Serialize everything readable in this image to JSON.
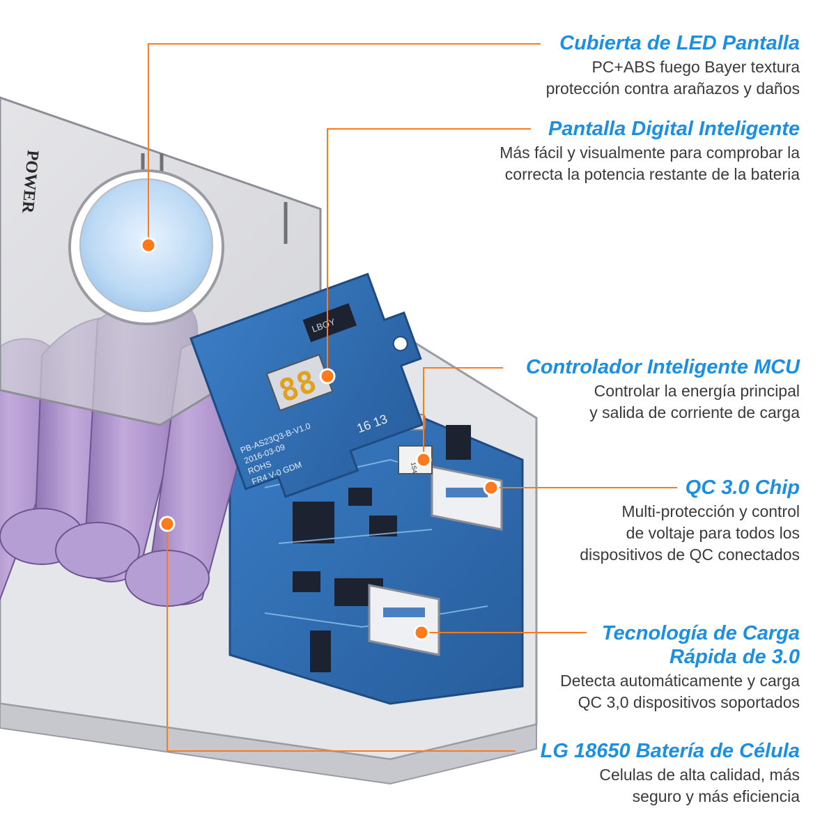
{
  "colors": {
    "accent_orange": "#ff7a1a",
    "title_blue": "#1a8fe3",
    "text_gray": "#3a3a3a",
    "battery_purple": "#a98ec9",
    "board_blue": "#2f6bb0"
  },
  "product": {
    "case_text": "POWER",
    "led_digits": "88",
    "board_labels": {
      "chip": "LBOY",
      "model": "PB-AS23Q3-B-V1.0",
      "date": "2016-03-09",
      "rohs": "ROHS",
      "fr4": "FR4 V-0 GDM",
      "week": "16 13"
    },
    "ic_mark": "1S4"
  },
  "callouts": [
    {
      "title": "Cubierta de LED Pantalla",
      "desc": [
        "PC+ABS fuego Bayer textura",
        "protección contra arañazos y daños"
      ]
    },
    {
      "title": "Pantalla Digital Inteligente",
      "desc": [
        "Más fácil y visualmente para comprobar la",
        "correcta la potencia restante de la bateria"
      ]
    },
    {
      "title": "Controlador Inteligente MCU",
      "desc": [
        "Controlar la energía principal",
        "y salida de corriente de carga"
      ]
    },
    {
      "title": "QC 3.0 Chip",
      "desc": [
        "Multi-protección y control",
        "de voltaje para todos los",
        "dispositivos de QC conectados"
      ]
    },
    {
      "title_lines": [
        "Tecnología de Carga",
        "Rápida de 3.0"
      ],
      "desc": [
        "Detecta automáticamente y carga",
        "QC 3,0 dispositivos soportados"
      ]
    },
    {
      "title": "LG 18650 Batería de Célula",
      "desc": [
        "Celulas de alta calidad, más",
        "seguro y más eficiencia"
      ]
    }
  ]
}
